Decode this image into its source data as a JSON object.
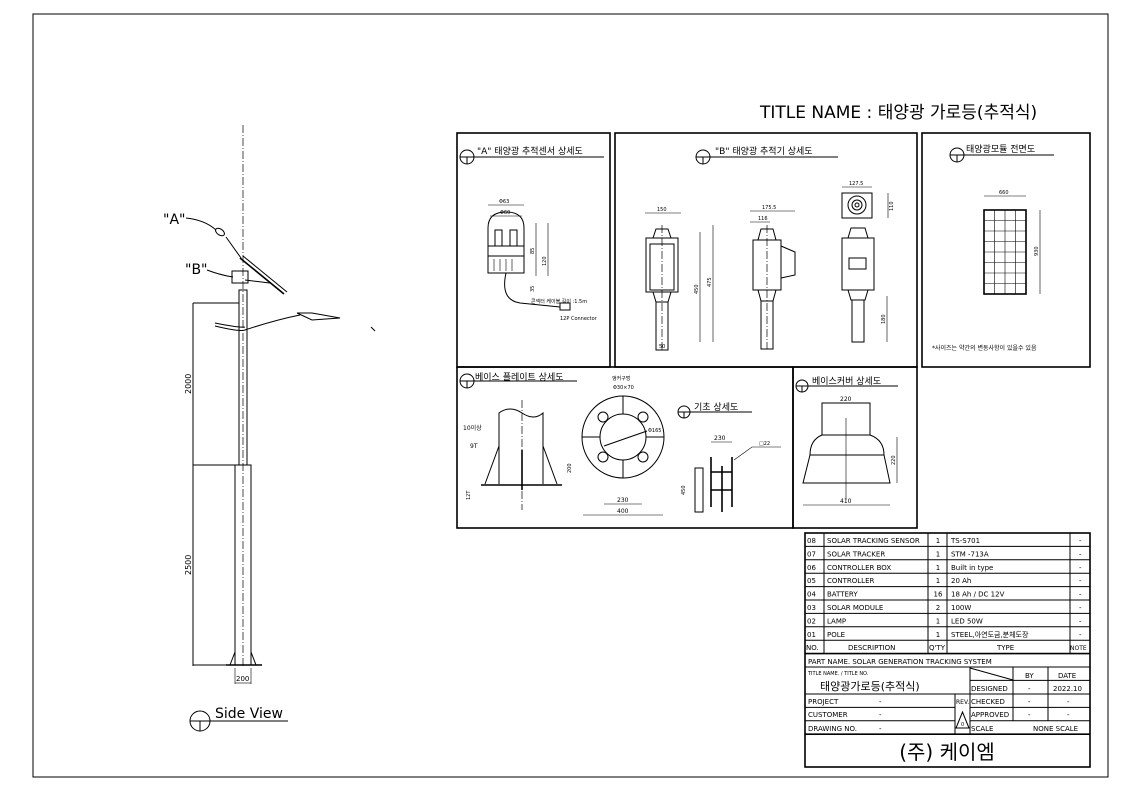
{
  "title": {
    "label": "TITLE NAME : 태양광 가로등(추적식)"
  },
  "side_view": {
    "label": "Side View",
    "callout_a": "\"A\"",
    "callout_b": "\"B\"",
    "dim_upper": "2000",
    "dim_lower": "2500",
    "dim_base": "200"
  },
  "detail_a": {
    "title": "\"A\" 태양광 추적센서 상세도",
    "dims": {
      "d63": "Φ63",
      "d60": "Φ60",
      "h85": "85",
      "h120": "120",
      "h35": "35"
    },
    "cable_note": "콘넥터 케이블 길이 :1.5m",
    "connector": "12P Connector"
  },
  "detail_b": {
    "title": "\"B\" 태양광 추적기 상세도",
    "dims": {
      "w150": "150",
      "h450": "450",
      "h475": "475",
      "w50": "50",
      "w175": "175.5",
      "w116": "116",
      "w127": "127.5",
      "h110": "110",
      "h180": "180"
    }
  },
  "module": {
    "title": "태양광모듈 전면도",
    "width": "660",
    "height": "930",
    "note": "*사이즈는 약간의 변동사항이 있을수 있음"
  },
  "base_plate": {
    "title": "베이스 플레이트 상세도",
    "dims": {
      "t10": "10이상",
      "t9": "9T",
      "h200": "200",
      "t12": "12T",
      "anchor": "앵커구멍",
      "anchor_size": "Φ30×70",
      "d165": "Φ165",
      "w230": "230",
      "w400": "400"
    }
  },
  "foundation": {
    "title": "기초 상세도",
    "dims": {
      "w230": "230",
      "bar": "□22",
      "h450": "450"
    }
  },
  "base_cover": {
    "title": "베이스커버 상세도",
    "dims": {
      "w220": "220",
      "h220": "220",
      "w410": "410"
    }
  },
  "parts_table": {
    "headers": [
      "NO.",
      "DESCRIPTION",
      "Q'TY",
      "TYPE",
      "NOTE"
    ],
    "rows": [
      {
        "no": "08",
        "desc": "SOLAR TRACKING SENSOR",
        "qty": "1",
        "type": "TS-S701",
        "note": "-"
      },
      {
        "no": "07",
        "desc": "SOLAR TRACKER",
        "qty": "1",
        "type": "STM -713A",
        "note": "-"
      },
      {
        "no": "06",
        "desc": "CONTROLLER BOX",
        "qty": "1",
        "type": "Built in type",
        "note": "-"
      },
      {
        "no": "05",
        "desc": "CONTROLLER",
        "qty": "1",
        "type": "20 Ah",
        "note": "-"
      },
      {
        "no": "04",
        "desc": "BATTERY",
        "qty": "16",
        "type": "18 Ah / DC 12V",
        "note": "-"
      },
      {
        "no": "03",
        "desc": "SOLAR MODULE",
        "qty": "2",
        "type": "100W",
        "note": "-"
      },
      {
        "no": "02",
        "desc": "LAMP",
        "qty": "1",
        "type": "LED 50W",
        "note": "-"
      },
      {
        "no": "01",
        "desc": "POLE",
        "qty": "1",
        "type": "STEEL,아연도금,분체도장",
        "note": "-"
      }
    ]
  },
  "title_block": {
    "part_name": "PART NAME.  SOLAR GENERATION TRACKING SYSTEM",
    "title_label": "TITLE NAME. / TITLE NO.",
    "title_value": "태양광가로등(추적식)",
    "by_label": "BY",
    "date_label": "DATE",
    "designed_label": "DESIGNED",
    "designed_by": "-",
    "designed_date": "2022.10",
    "project_label": "PROJECT",
    "project_value": "-",
    "rev_label": "REV.",
    "checked_label": "CHECKED",
    "checked_by": "-",
    "checked_date": "-",
    "customer_label": "CUSTOMER",
    "customer_value": "-",
    "approved_label": "APPROVED",
    "approved_by": "-",
    "approved_date": "-",
    "drawing_no_label": "DRAWING NO.",
    "drawing_no_value": "-",
    "rev_symbol": "0",
    "scale_label": "SCALE",
    "scale_value": "NONE SCALE",
    "company": "(주) 케이엠"
  }
}
